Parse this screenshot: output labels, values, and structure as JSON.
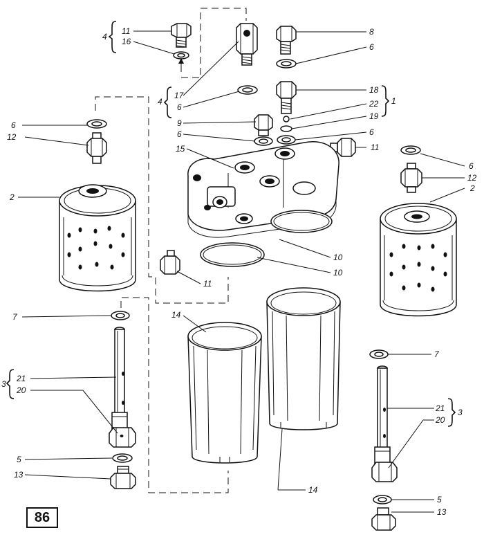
{
  "page_number": "86",
  "callouts": {
    "c1": "11",
    "c2": "16",
    "c3": "4",
    "c4": "8",
    "c5": "6",
    "c6": "17",
    "c7": "6",
    "c8": "4",
    "c9": "18",
    "c10": "22",
    "c11": "19",
    "c12": "1",
    "c13": "9",
    "c14": "6",
    "c15": "6",
    "c16": "11",
    "c17": "15",
    "c18": "6",
    "c19": "12",
    "c20": "2",
    "c21": "6",
    "c22": "12",
    "c23": "2",
    "c24": "10",
    "c25": "10",
    "c26": "11",
    "c27": "7",
    "c28": "21",
    "c29": "20",
    "c30": "3",
    "c31": "5",
    "c32": "13",
    "c33": "14",
    "c34": "14",
    "c35": "7",
    "c36": "21",
    "c37": "20",
    "c38": "3",
    "c39": "5",
    "c40": "13"
  }
}
